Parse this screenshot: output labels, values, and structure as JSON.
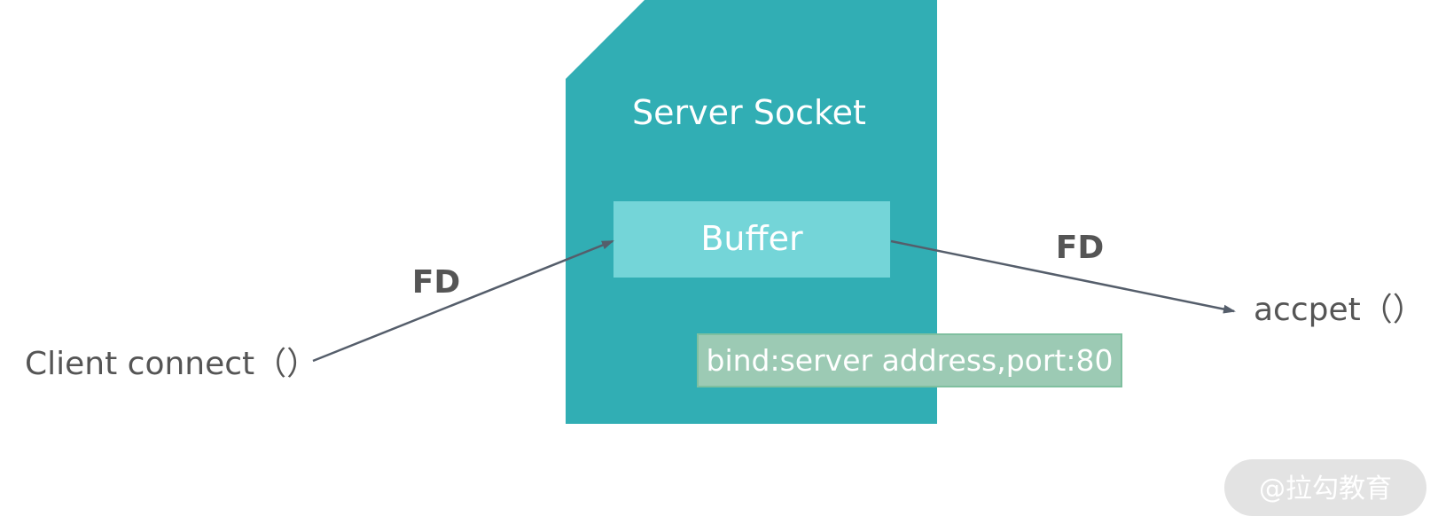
{
  "diagram": {
    "server_socket": {
      "label": "Server Socket",
      "color": "#31aeb4"
    },
    "buffer": {
      "label": "Buffer",
      "color": "#74d5d8"
    },
    "bind_box": {
      "label": "bind:server address,port:80",
      "color": "#9ccab4",
      "border": "#7fbf9f"
    },
    "client": {
      "label": "Client connect（）"
    },
    "accept": {
      "label": "accpet（）"
    },
    "fd_in": {
      "label": "FD"
    },
    "fd_out": {
      "label": "FD"
    },
    "text_color": "#555555",
    "arrow_color": "#555e6b"
  },
  "watermark": {
    "label": "@拉勾教育"
  }
}
